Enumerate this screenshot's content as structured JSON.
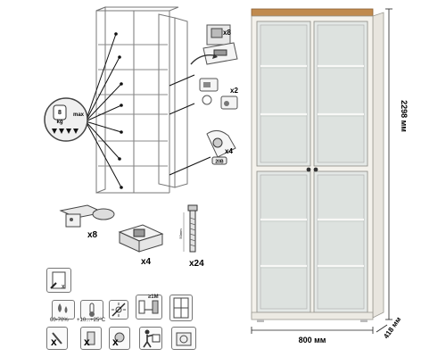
{
  "assembly": {
    "load_badge": {
      "value": "8",
      "unit": "kg",
      "label": "max"
    },
    "callouts": {
      "screw_count": "x8",
      "dowel_count": "x2",
      "hinge_screw_count": "x4",
      "plate_count": "x2",
      "plate_size": "20B"
    },
    "parts": [
      {
        "name": "hinge",
        "count": "x8"
      },
      {
        "name": "shelf-support",
        "count": "x4"
      },
      {
        "name": "confirmat",
        "count": "x24",
        "length_label": "50mm"
      }
    ]
  },
  "care": {
    "humidity": "60-70%",
    "temperature": "+10...+25°C",
    "distance": "≥1M"
  },
  "product": {
    "height": "2298 мм",
    "width": "800 мм",
    "depth": "418 мм",
    "colors": {
      "body": "#f4f2ec",
      "top": "#c08a4e",
      "glass": "#e4e8e6"
    }
  }
}
